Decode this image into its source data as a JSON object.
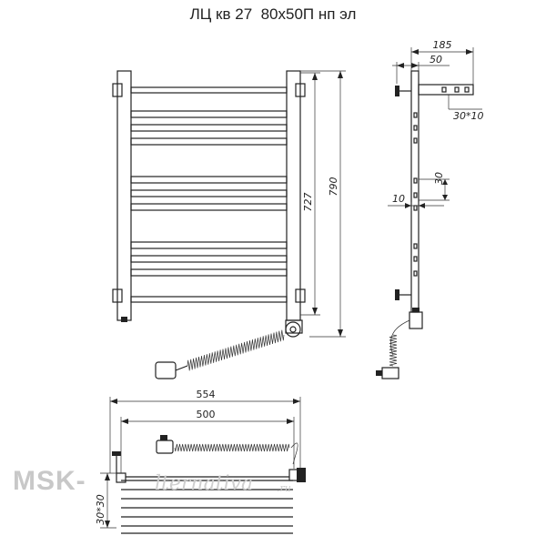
{
  "title": "ЛЦ кв 27  80х50П нп эл",
  "dimensions": {
    "front_inner_height": "727",
    "front_total_height": "790",
    "side_depth_total": "185",
    "side_depth_mount": "50",
    "side_profile": "30*10",
    "side_gap": "30",
    "side_bar": "10",
    "top_width_total": "554",
    "top_width_inner": "500",
    "top_profile": "30*30"
  },
  "watermark": {
    "brand": "MSK-",
    "script": "lternativa",
    "suffix": ".ru"
  }
}
